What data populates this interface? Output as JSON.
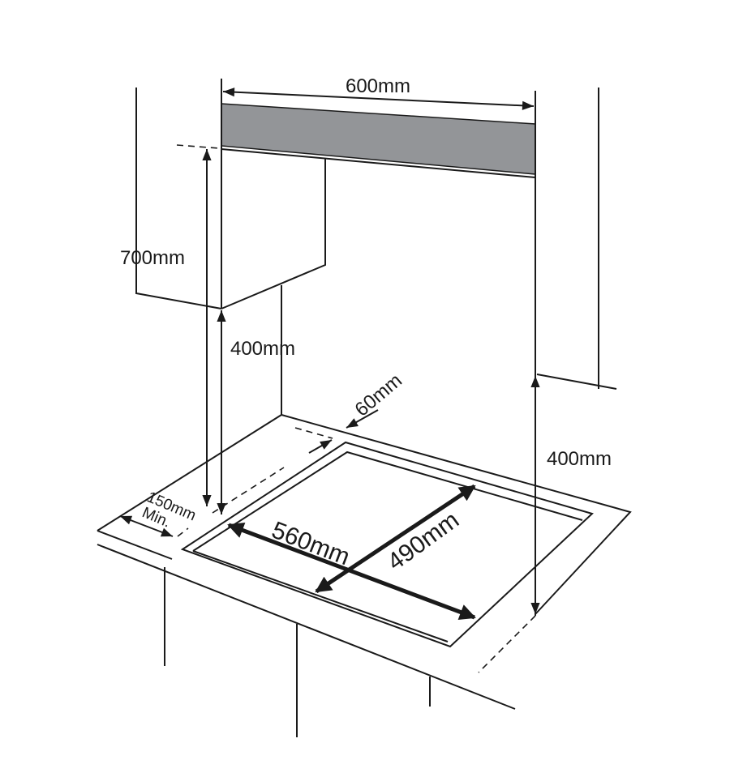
{
  "diagram": {
    "labels": {
      "hood_width": "600mm",
      "hood_height": "700mm",
      "cabinet_clearance": "400mm",
      "side_clearance_right": "400mm",
      "back_clearance": "60mm",
      "side_clearance_left_value": "150mm",
      "side_clearance_left_note": "Min.",
      "cutout_width": "560mm",
      "cutout_depth": "490mm"
    },
    "colors": {
      "hood": "#939598",
      "line": "#1a1a1a"
    }
  }
}
